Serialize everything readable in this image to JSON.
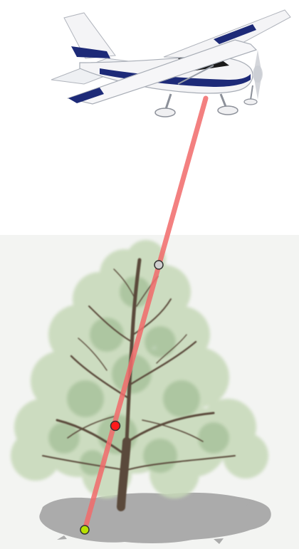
{
  "diagram": {
    "subjects": [
      "airplane",
      "laser-beam",
      "tree",
      "ground-shadow"
    ],
    "returns": [
      {
        "name": "first-return",
        "color": "#cfcfcf"
      },
      {
        "name": "intermediate-return",
        "color": "#ff1a1a"
      },
      {
        "name": "last-return",
        "color": "#b8e000"
      }
    ],
    "colors": {
      "beam": "#f26b6b",
      "plane_body": "#f4f4f6",
      "plane_stripe": "#1d2a78",
      "canopy_light": "#cfe0c0",
      "canopy_dark": "#8fb080",
      "trunk": "#5a4a3a",
      "shadow": "#a9a9a9",
      "backdrop": "#f3f4f2"
    }
  }
}
